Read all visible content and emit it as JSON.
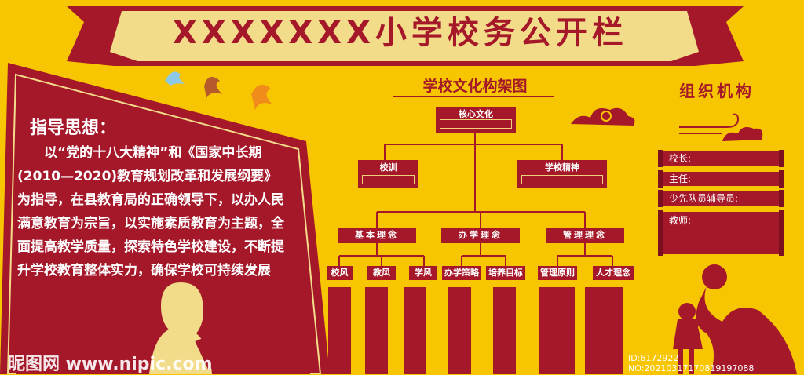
{
  "header": {
    "title": "XXXXXXX小学校务公开栏"
  },
  "guide": {
    "heading": "指导思想：",
    "body": "以“党的十八大精神”和《国家中长期(2010—2020)教育规划改革和发展纲要》为指导，在县教育局的正确领导下，以办人民满意教育为宗旨，以实施素质教育为主题，全面提高教学质量，探索特色学校建设，不断提升学校教育整体实力，确保学校可持续发展"
  },
  "chart": {
    "title": "学校文化构架图",
    "root": "核心文化",
    "level2": [
      "校训",
      "学校精神"
    ],
    "level3": [
      "基本理念",
      "办学理念",
      "管理理念"
    ],
    "level4": [
      "校风",
      "教风",
      "学风",
      "办学策略",
      "培养目标",
      "管理原则",
      "人才理念"
    ]
  },
  "org": {
    "title": "组织机构",
    "fields": [
      "校长:",
      "主任:",
      "少先队员辅导员:",
      "教师:"
    ]
  },
  "watermark": {
    "left": "昵图网 www.nipic.com",
    "right": "ID:6172922 NO:20210317170819197088"
  },
  "colors": {
    "background": "#f7c600",
    "accent": "#a5182a",
    "title_band": "#f2dc8a"
  }
}
